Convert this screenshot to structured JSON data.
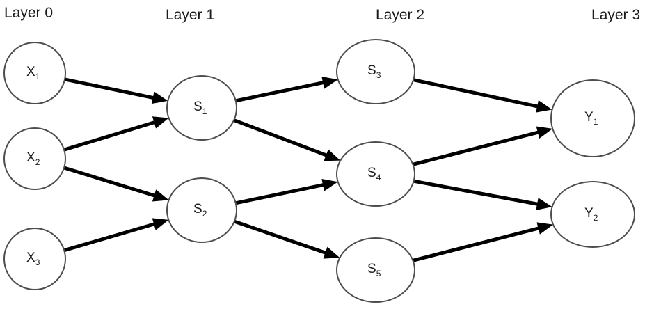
{
  "layers": [
    {
      "id": "layer-0",
      "label": "Layer 0"
    },
    {
      "id": "layer-1",
      "label": "Layer 1"
    },
    {
      "id": "layer-2",
      "label": "Layer 2"
    },
    {
      "id": "layer-3",
      "label": "Layer 3"
    }
  ],
  "nodes": [
    {
      "id": "x1",
      "main": "X",
      "sub": "1"
    },
    {
      "id": "x2",
      "main": "X",
      "sub": "2"
    },
    {
      "id": "x3",
      "main": "X",
      "sub": "3"
    },
    {
      "id": "s1",
      "main": "S",
      "sub": "1"
    },
    {
      "id": "s2",
      "main": "S",
      "sub": "2"
    },
    {
      "id": "s3",
      "main": "S",
      "sub": "3"
    },
    {
      "id": "s4",
      "main": "S",
      "sub": "4"
    },
    {
      "id": "s5",
      "main": "S",
      "sub": "5"
    },
    {
      "id": "y1",
      "main": "Y",
      "sub": "1"
    },
    {
      "id": "y2",
      "main": "Y",
      "sub": "2"
    }
  ],
  "edges": [
    {
      "from": "x1",
      "to": "s1"
    },
    {
      "from": "x2",
      "to": "s1"
    },
    {
      "from": "x2",
      "to": "s2"
    },
    {
      "from": "x3",
      "to": "s2"
    },
    {
      "from": "s1",
      "to": "s3"
    },
    {
      "from": "s1",
      "to": "s4"
    },
    {
      "from": "s2",
      "to": "s4"
    },
    {
      "from": "s2",
      "to": "s5"
    },
    {
      "from": "s3",
      "to": "y1"
    },
    {
      "from": "s4",
      "to": "y1"
    },
    {
      "from": "s4",
      "to": "y2"
    },
    {
      "from": "s5",
      "to": "y2"
    }
  ],
  "colors": {
    "node_stroke": "#4d4d4d",
    "edge": "#000000",
    "text": "#1a1a1a",
    "background": "#ffffff"
  }
}
